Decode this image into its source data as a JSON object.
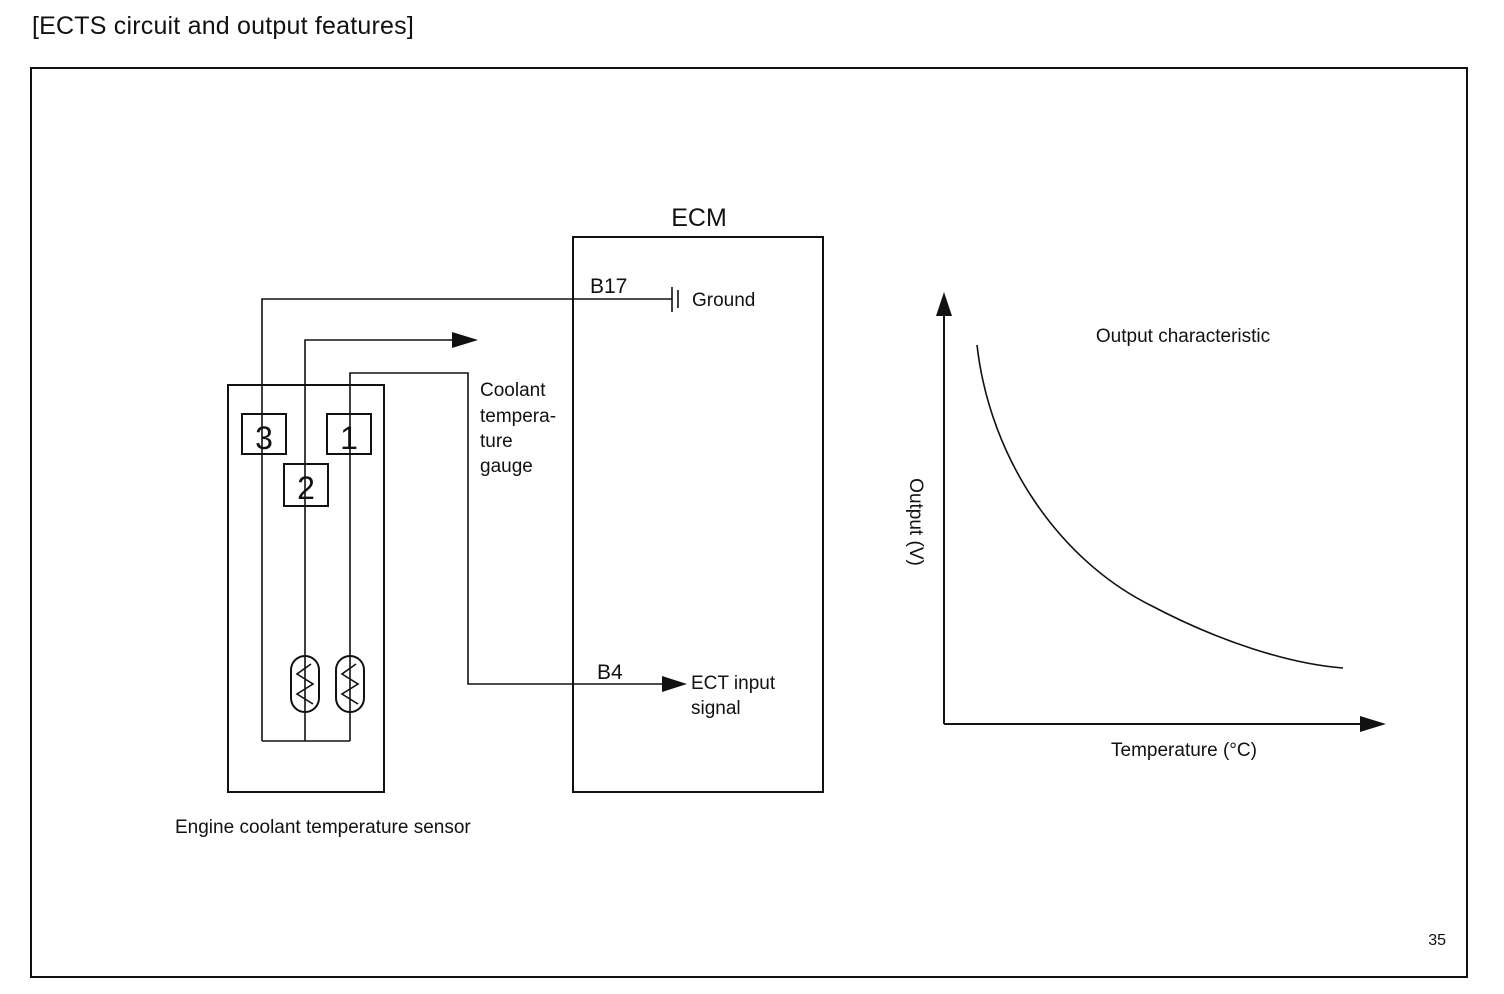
{
  "page": {
    "title": "[ECTS circuit and output features]",
    "page_number": "35"
  },
  "sensor": {
    "label": "Engine coolant temperature sensor",
    "pins": [
      "3",
      "2",
      "1"
    ]
  },
  "gauge": {
    "label_lines": [
      "Coolant",
      "tempera-",
      "ture",
      "gauge"
    ]
  },
  "ecm": {
    "label": "ECM",
    "pin_b17": "B17",
    "ground_label": "Ground",
    "pin_b4": "B4",
    "signal_label_lines": [
      "ECT input",
      "signal"
    ]
  },
  "chart": {
    "title": "Output characteristic",
    "ylabel": "Output (V)",
    "xlabel": "Temperature (°C)"
  }
}
